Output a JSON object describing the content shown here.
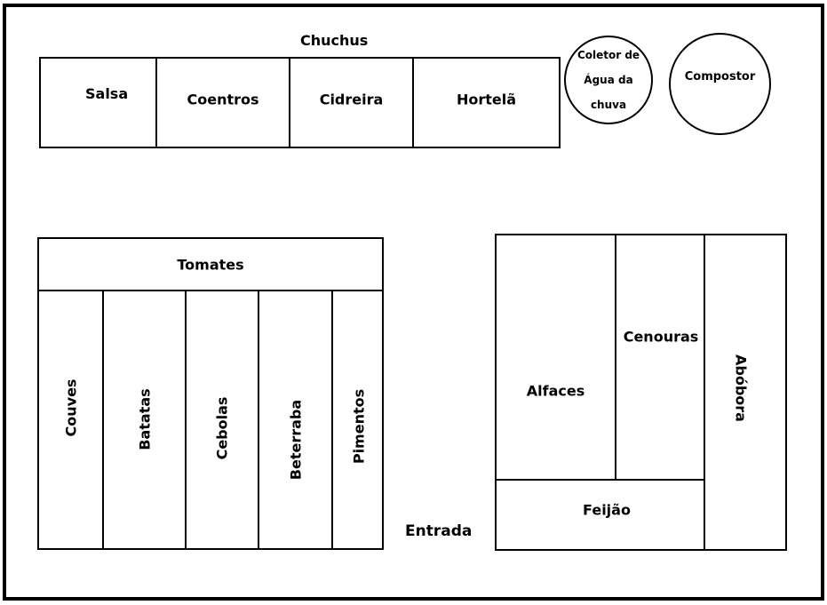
{
  "top_area": {
    "label_above": "Chuchus",
    "beds": [
      "Salsa",
      "Coentros",
      "Cidreira",
      "Hortelã"
    ]
  },
  "circles": {
    "rainwater_line1": "Coletor de",
    "rainwater_line2": "Água da chuva",
    "compost": "Compostor"
  },
  "left_area": {
    "top_bed": "Tomates",
    "columns": [
      "Couves",
      "Batatas",
      "Cebolas",
      "Beterraba",
      "Pimentos"
    ]
  },
  "right_area": {
    "lettuce": "Alfaces",
    "carrots": "Cenouras",
    "beans": "Feijão",
    "pumpkin": "Abóbora"
  },
  "entrance": "Entrada"
}
